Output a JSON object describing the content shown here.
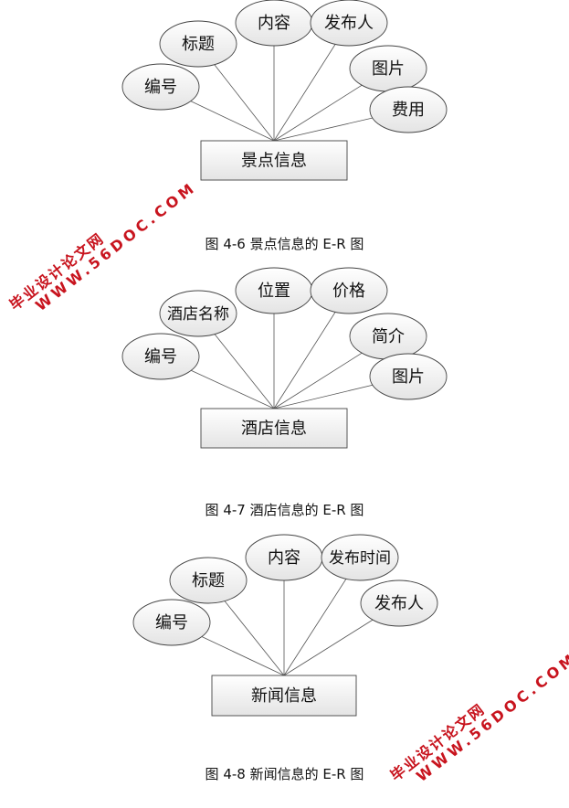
{
  "diagrams": [
    {
      "entity": "景点信息",
      "attributes": [
        "编号",
        "标题",
        "内容",
        "发布人",
        "图片",
        "费用"
      ],
      "caption": "图 4-6  景点信息的 E-R 图"
    },
    {
      "entity": "酒店信息",
      "attributes": [
        "编号",
        "酒店名称",
        "位置",
        "价格",
        "简介",
        "图片"
      ],
      "caption": "图 4-7 酒店信息的 E-R 图"
    },
    {
      "entity": "新闻信息",
      "attributes": [
        "编号",
        "标题",
        "内容",
        "发布时间",
        "发布人"
      ],
      "caption": "图 4-8 新闻信息的 E-R 图"
    }
  ],
  "watermark": {
    "line1": "毕业设计论文网",
    "line2": "WWW.56DOC.COM",
    "color": "#c8141e"
  }
}
